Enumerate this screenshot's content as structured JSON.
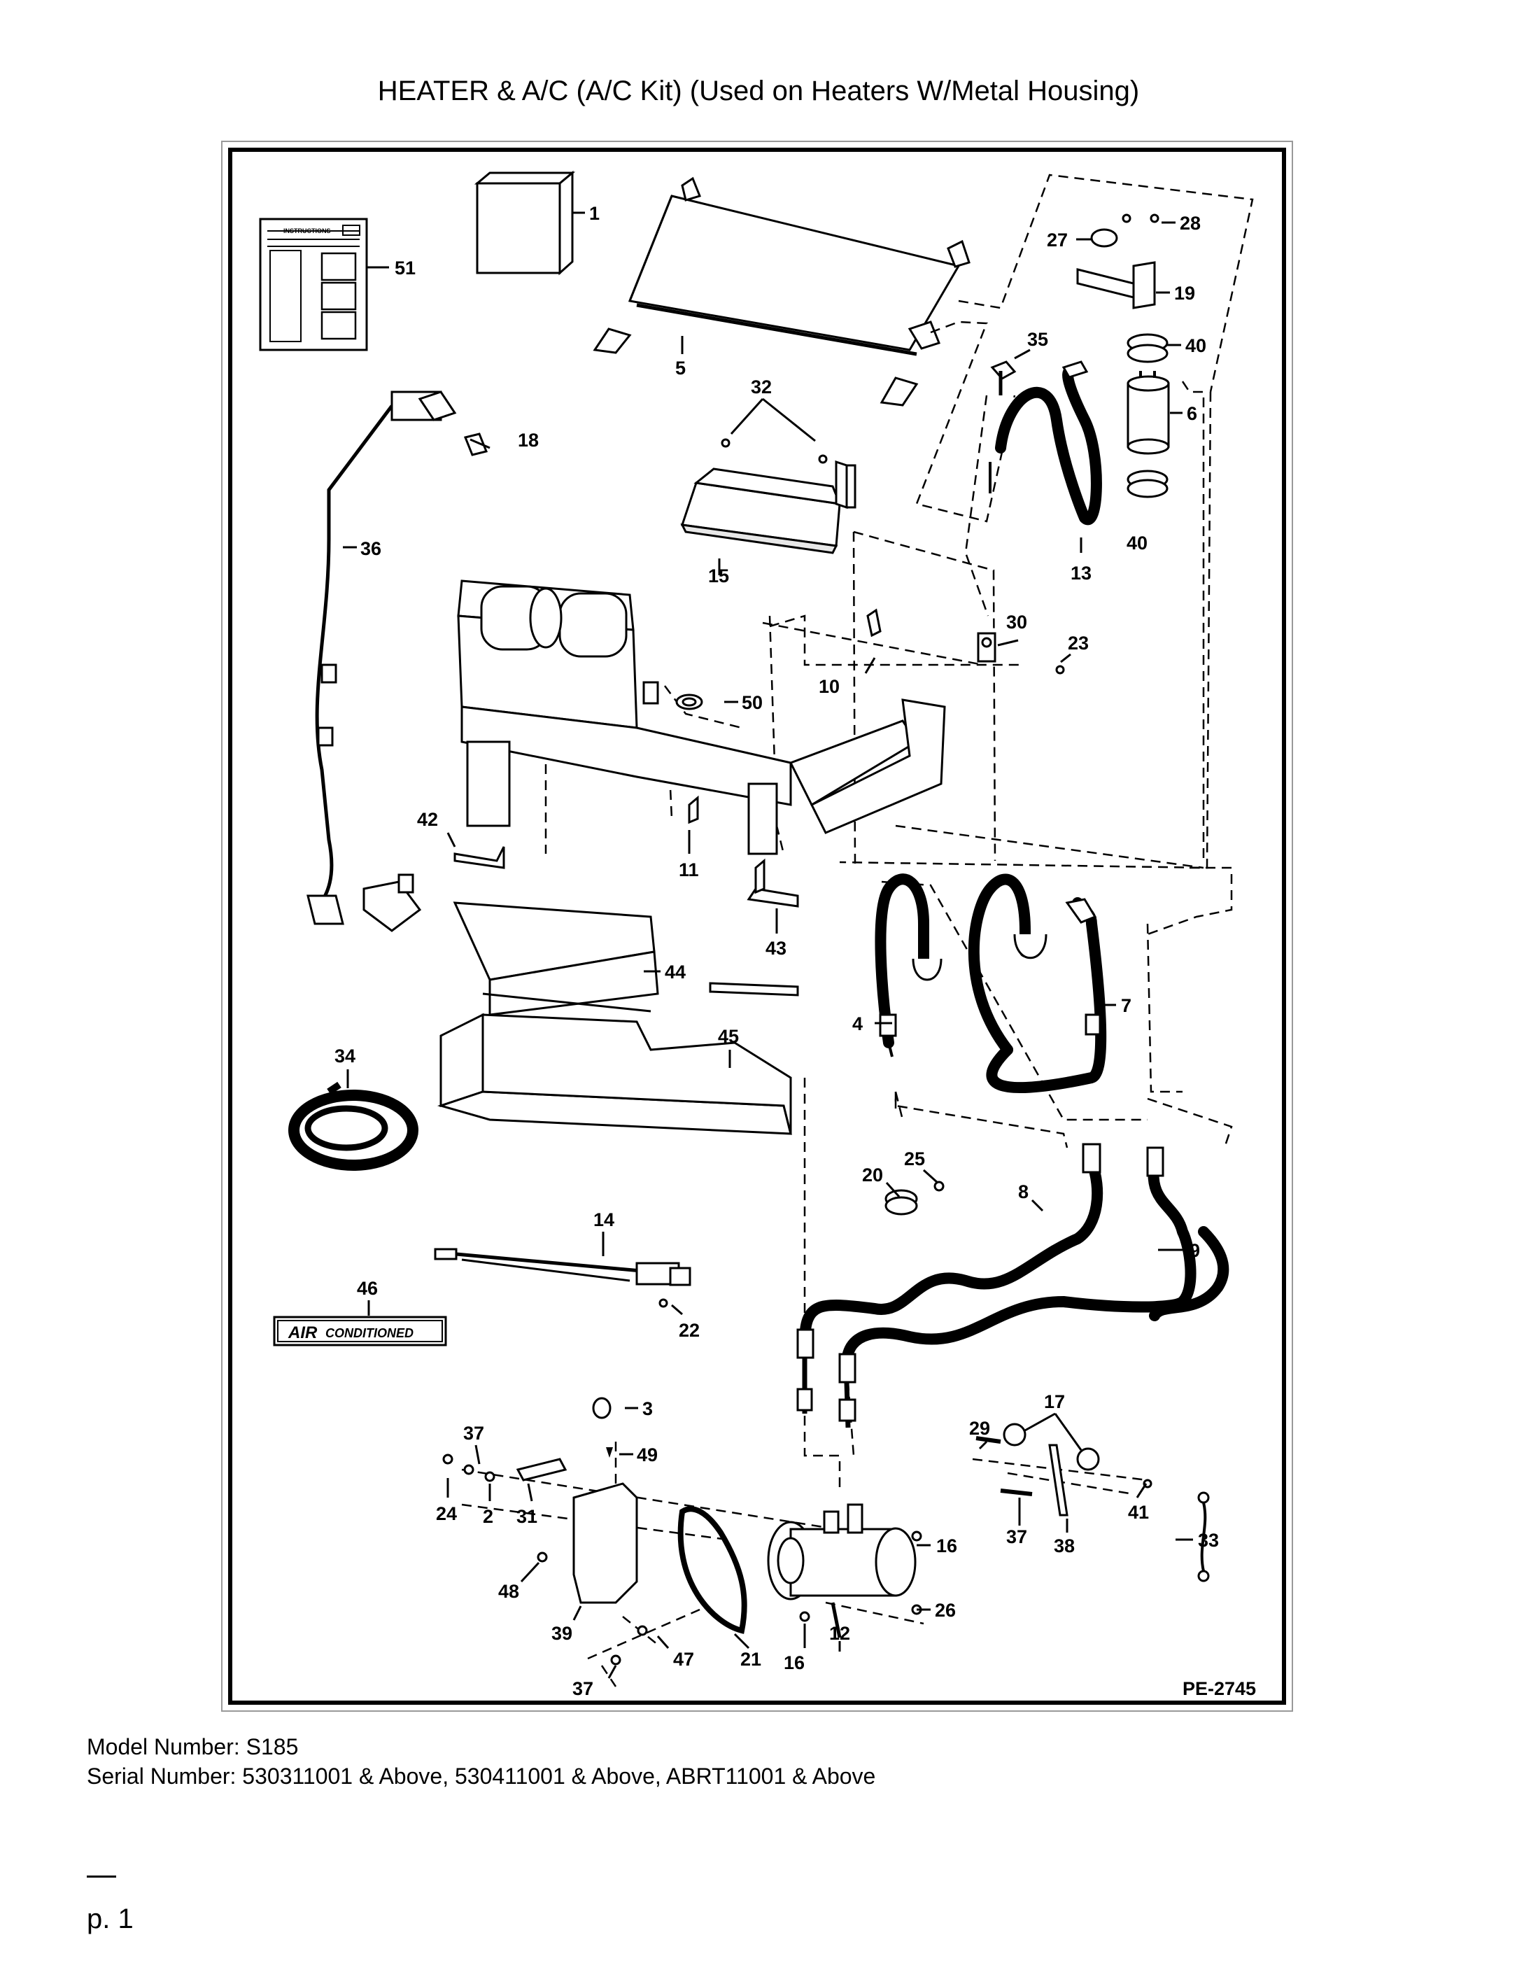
{
  "title": "HEATER & A/C (A/C Kit) (Used on Heaters W/Metal Housing)",
  "diagram": {
    "drawing_id": "PE-2745",
    "decal_text_line1": "AIR",
    "decal_text_line2": "CONDITIONED",
    "instructions_header": "INSTRUCTIONS",
    "callouts": {
      "c1": "1",
      "c3": "3",
      "c4": "4",
      "c5": "5",
      "c6": "6",
      "c7": "7",
      "c8": "8",
      "c9": "9",
      "c10": "10",
      "c11": "11",
      "c12": "12",
      "c13": "13",
      "c14": "14",
      "c15": "15",
      "c16a": "16",
      "c16b": "16",
      "c17": "17",
      "c18": "18",
      "c19": "19",
      "c20": "20",
      "c21": "21",
      "c22": "22",
      "c23": "23",
      "c24": "24",
      "c2": "2",
      "c25": "25",
      "c26": "26",
      "c27": "27",
      "c28": "28",
      "c29": "29",
      "c30": "30",
      "c31": "31",
      "c32": "32",
      "c33": "33",
      "c34": "34",
      "c35": "35",
      "c36": "36",
      "c37a": "37",
      "c37b": "37",
      "c37c": "37",
      "c38": "38",
      "c39": "39",
      "c40a": "40",
      "c40b": "40",
      "c41": "41",
      "c42": "42",
      "c43": "43",
      "c44": "44",
      "c45": "45",
      "c46": "46",
      "c47": "47",
      "c48": "48",
      "c49": "49",
      "c50": "50",
      "c51": "51"
    }
  },
  "footer": {
    "model": "Model Number: S185",
    "serial": "Serial Number: 530311001 & Above, 530411001 & Above, ABRT11001 & Above",
    "page": "p. 1"
  }
}
